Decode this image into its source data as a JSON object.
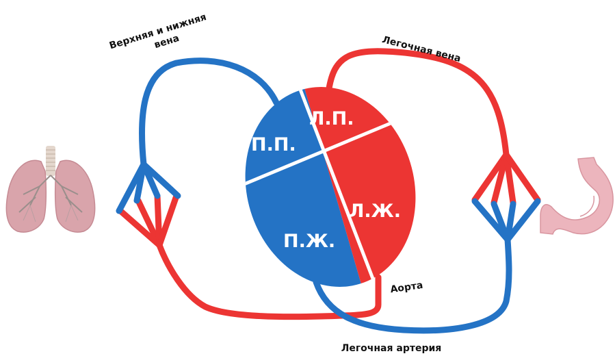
{
  "colors": {
    "oxygenated": "#ec3533",
    "deoxygenated": "#2473c5",
    "lung": "#d9a4ab",
    "stomach": "#ecb5bd"
  },
  "chambers": {
    "right_atrium": "П.П.",
    "left_atrium": "Л.П.",
    "right_ventricle": "П.Ж.",
    "left_ventricle": "Л.Ж."
  },
  "vessels": {
    "vena_cava_line1": "Верхняя и нижняя",
    "vena_cava_line2": "вена",
    "pulmonary_vein": "Легочная вена",
    "aorta": "Аорта",
    "pulmonary_artery": "Легочная артерия"
  },
  "organs": {
    "left_icon": "lungs-icon",
    "right_icon": "stomach-icon"
  }
}
